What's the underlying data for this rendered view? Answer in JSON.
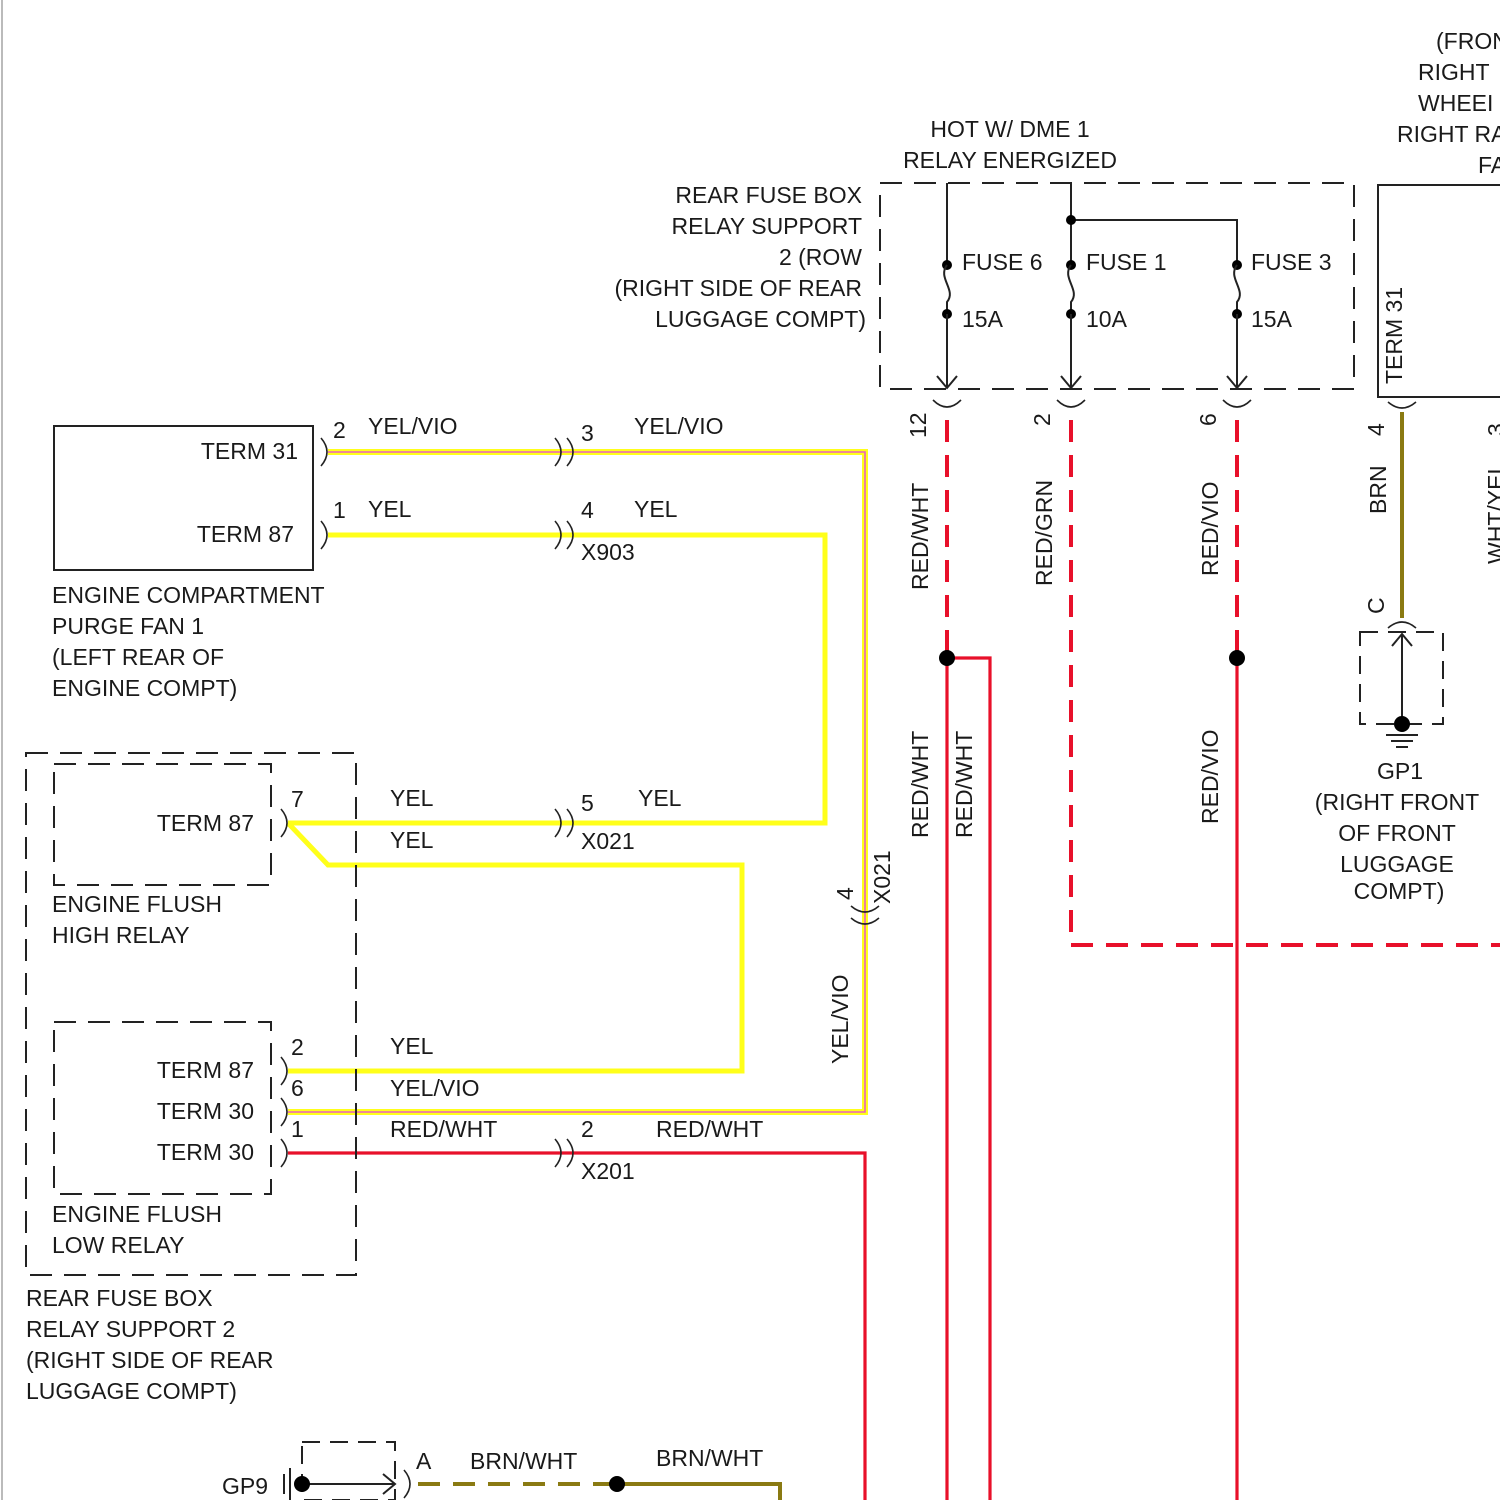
{
  "colors": {
    "yel": "#ffff1a",
    "red": "#e8102a",
    "vio": "#e860c0",
    "brn": "#8a7a12"
  },
  "components": {
    "purge_fan": {
      "term31": "TERM 31",
      "term87": "TERM 87",
      "name_lines": [
        "ENGINE COMPARTMENT",
        "PURGE FAN 1",
        "(LEFT REAR OF",
        "ENGINE COMPT)"
      ],
      "pins": [
        "2",
        "1"
      ]
    },
    "high_relay": {
      "term87": "TERM 87",
      "pin": "7",
      "name_lines": [
        "ENGINE FLUSH",
        "HIGH RELAY"
      ]
    },
    "low_relay": {
      "terms": [
        "TERM 87",
        "TERM 30",
        "TERM 30"
      ],
      "pins": [
        "2",
        "6",
        "1"
      ],
      "name_lines": [
        "ENGINE FLUSH",
        "LOW RELAY"
      ]
    },
    "relay_support_lower": {
      "name_lines": [
        "REAR FUSE BOX",
        "RELAY SUPPORT 2",
        "(RIGHT SIDE OF REAR",
        "LUGGAGE COMPT)"
      ]
    },
    "fuse_box": {
      "hot_lines": [
        "HOT W/ DME 1",
        "RELAY ENERGIZED"
      ],
      "name_lines": [
        "REAR FUSE BOX",
        "RELAY SUPPORT",
        "2 (ROW",
        "(RIGHT SIDE OF REAR",
        "LUGGAGE COMPT)"
      ],
      "fuses": [
        {
          "name": "FUSE 6",
          "rating": "15A",
          "pin": "12"
        },
        {
          "name": "FUSE 1",
          "rating": "10A",
          "pin": "2"
        },
        {
          "name": "FUSE 3",
          "rating": "15A",
          "pin": "6"
        }
      ]
    },
    "right_component": {
      "partial_lines": [
        "(FRON",
        "RIGHT",
        "WHEEI",
        "RIGHT RA",
        "FA"
      ],
      "term31": "TERM 31",
      "pin": "4",
      "pin2_partial": "3",
      "wire2_partial": "WHT/YEL"
    },
    "gp1": {
      "pin": "C",
      "name_lines": [
        "GP1",
        "(RIGHT FRONT",
        "OF FRONT",
        "LUGGAGE",
        "COMPT)"
      ]
    },
    "gp9": {
      "name": "GP9",
      "pin": "A"
    }
  },
  "connectors": {
    "x903": {
      "name": "X903",
      "pins": [
        "3",
        "4"
      ]
    },
    "x021_a": {
      "name": "X021",
      "pin": "5"
    },
    "x021_b": {
      "name": "X021",
      "pin": "4"
    },
    "x201": {
      "name": "X201",
      "pin": "2"
    }
  },
  "wires": {
    "yel_vio": "YEL/VIO",
    "yel": "YEL",
    "red_wht": "RED/WHT",
    "red_grn": "RED/GRN",
    "red_vio": "RED/VIO",
    "brn": "BRN",
    "brn_wht": "BRN/WHT"
  }
}
